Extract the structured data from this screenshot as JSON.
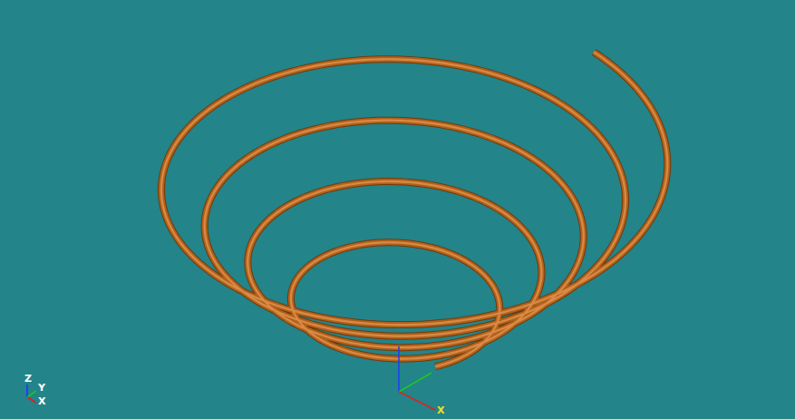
{
  "diagram": {
    "labels": [
      "Z",
      "Y",
      "X",
      "X"
    ]
  }
}
